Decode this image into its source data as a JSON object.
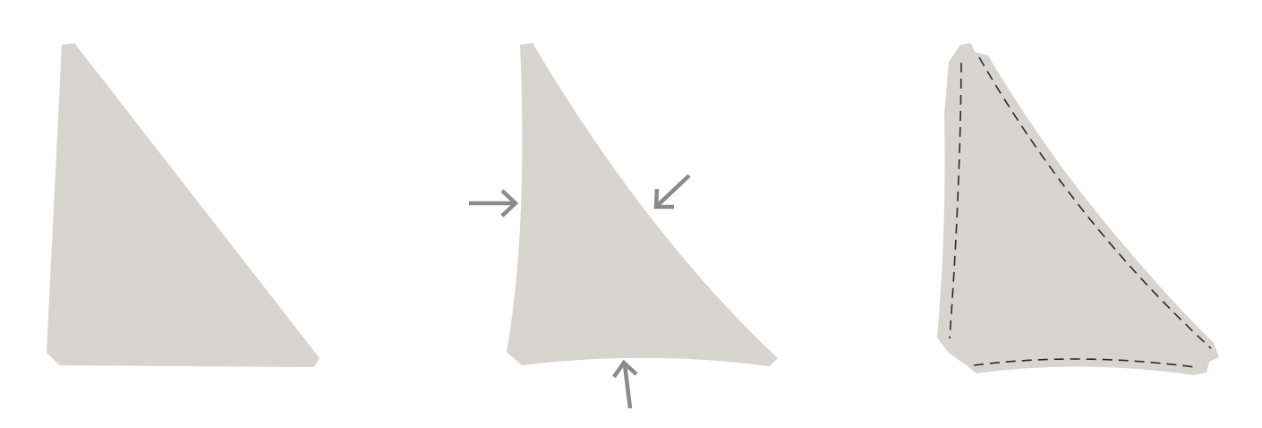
{
  "diagram": {
    "panels": [
      {
        "id": "flat-panel",
        "stage": "original"
      },
      {
        "id": "curved-panel",
        "stage": "edges-curved-inward"
      },
      {
        "id": "finished-panel",
        "stage": "seam-allowance-added"
      }
    ],
    "arrows": [
      {
        "id": "arrow-left-edge",
        "edge": "left"
      },
      {
        "id": "arrow-diagonal-edge",
        "edge": "diagonal"
      },
      {
        "id": "arrow-bottom-edge",
        "edge": "bottom"
      }
    ],
    "colors": {
      "fabric": "#d9d4d0",
      "arrow": "#8a8a8e",
      "seam": "#2b2b2b",
      "background": "#ffffff"
    }
  }
}
